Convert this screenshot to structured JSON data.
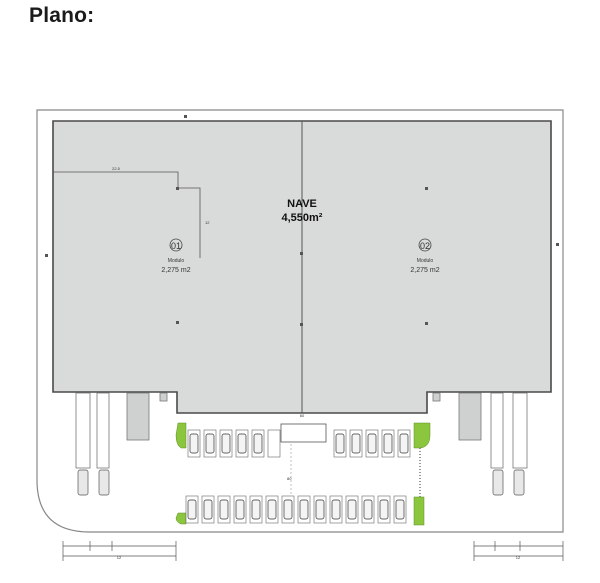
{
  "page": {
    "title": "Plano:"
  },
  "plan": {
    "nave": {
      "label": "NAVE",
      "area": "4,550m²"
    },
    "modules": [
      {
        "number": "01",
        "label": "Modulo",
        "area": "2,275 m2"
      },
      {
        "number": "02",
        "label": "Modulo",
        "area": "2,275 m2"
      }
    ],
    "dimensions": [
      "22.5",
      "12",
      "60",
      "80",
      "12",
      "12"
    ],
    "colors": {
      "building": "#d9dbdb",
      "green": "#8cc63f",
      "line": "#555555"
    }
  }
}
